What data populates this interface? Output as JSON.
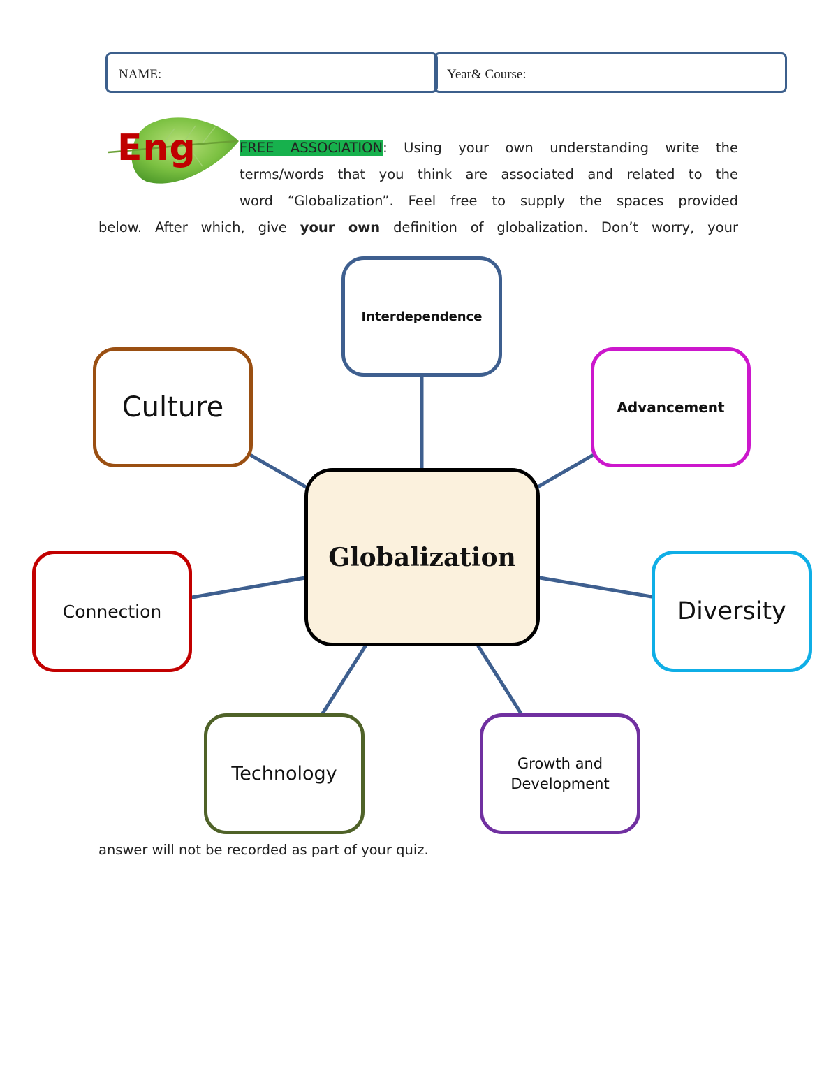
{
  "header": {
    "name_label": "NAME:",
    "course_label": "Year& Course:"
  },
  "logo": {
    "text": "Eng"
  },
  "instructions": {
    "heading": "FREE ASSOCIATION",
    "line1_rest": ": Using your own understanding write the",
    "line2": "terms/words that you think are associated and related to the",
    "line3": "word “Globalization”.  Feel free to supply the spaces provided",
    "line4_pre": "below. After which, give ",
    "line4_bold": "your own",
    "line4_post": " definition of globalization. Don’t worry, your",
    "line5": "answer will not be recorded as part of your quiz."
  },
  "diagram": {
    "center": "Globalization",
    "nodes": {
      "interdependence": "Interdependence",
      "culture": "Culture",
      "advancement": "Advancement",
      "connection": "Connection",
      "diversity": "Diversity",
      "technology": "Technology",
      "growth_line1": "Growth and",
      "growth_line2": "Development"
    },
    "connector_color": "#3e5f8f"
  }
}
